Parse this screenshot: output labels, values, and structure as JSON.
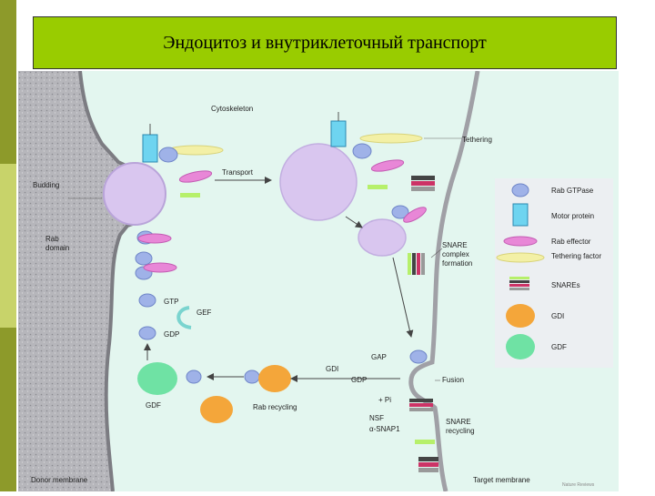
{
  "slide": {
    "title": "Эндоцитоз  и внутриклеточный транспорт"
  },
  "colors": {
    "title_bg": "#99cc00",
    "cytoplasm": "#e3f6ef",
    "membrane": "#a8a8ad",
    "vesicle": "#d9c6ef",
    "rab": "#9fb2e8",
    "motor": "#6ed4f0",
    "effector": "#e887d7",
    "tether": "#f3f0a6",
    "gdi": "#f4a63a",
    "gdf": "#6fe2a4"
  },
  "labels": {
    "cytoskeleton": "Cytoskeleton",
    "tethering": "Tethering",
    "budding": "Budding",
    "transport": "Transport",
    "rab_domain_1": "Rab",
    "rab_domain_2": "domain",
    "snare_1": "SNARE",
    "snare_2": "complex",
    "snare_3": "formation",
    "gtp": "GTP",
    "gef": "GEF",
    "gdp_left": "GDP",
    "gap": "GAP",
    "gdi": "GDI",
    "gdp_center": "GDP",
    "fusion": "Fusion",
    "gdf_bottom": "GDF",
    "rab_recycling": "Rab recycling",
    "pi": "+ Pi",
    "nsf": "NSF",
    "snap": "α-SNAP1",
    "snare_rec_1": "SNARE",
    "snare_rec_2": "recycling",
    "donor_membrane": "Donor membrane",
    "target_membrane": "Target membrane",
    "credit": "Nature Reviews"
  },
  "legend": [
    {
      "label": "Rab GTPase",
      "icon": "rab-gtpase-icon"
    },
    {
      "label": "Motor protein",
      "icon": "motor-protein-icon"
    },
    {
      "label": "Rab effector",
      "icon": "rab-effector-icon"
    },
    {
      "label": "Tethering factor",
      "icon": "tethering-factor-icon"
    },
    {
      "label": "SNAREs",
      "icon": "snares-icon"
    },
    {
      "label": "GDI",
      "icon": "gdi-icon"
    },
    {
      "label": "GDF",
      "icon": "gdf-icon"
    }
  ]
}
